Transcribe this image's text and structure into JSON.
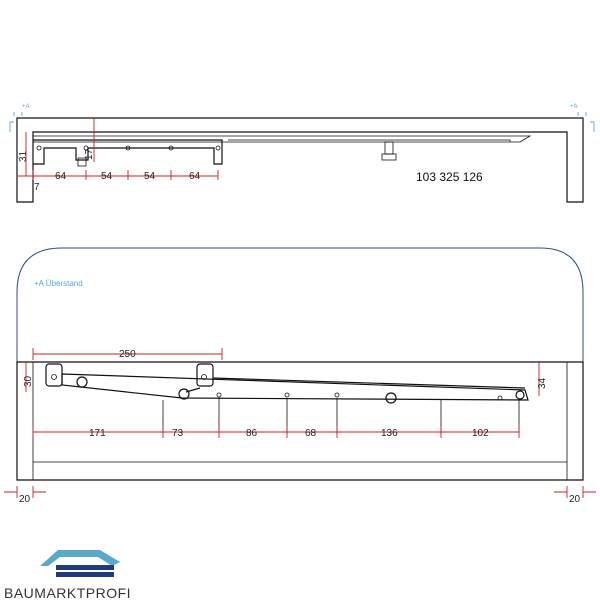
{
  "top_view": {
    "part_number": "103 325 126",
    "dims_horizontal": [
      "64",
      "54",
      "54",
      "64"
    ],
    "dim_left_offset": "7",
    "dim_vertical_left": "31",
    "dim_vertical_center": "17",
    "edge_label_left": "+A",
    "edge_label_right": "+A"
  },
  "side_view": {
    "overhang_label": "+A Überstand",
    "dim_top": "250",
    "dim_left_vertical": "30",
    "dim_right_vertical": "34",
    "dims_horizontal": [
      "171",
      "73",
      "86",
      "68",
      "136",
      "102"
    ],
    "dim_left_bottom": "20",
    "dim_right_bottom": "20"
  },
  "brand": {
    "name": "BAUMARKTPROFI"
  },
  "colors": {
    "dimension": "#c8201e",
    "outline": "#111111",
    "overhang": "#5aa9c9",
    "cover": "#2f4b83"
  }
}
